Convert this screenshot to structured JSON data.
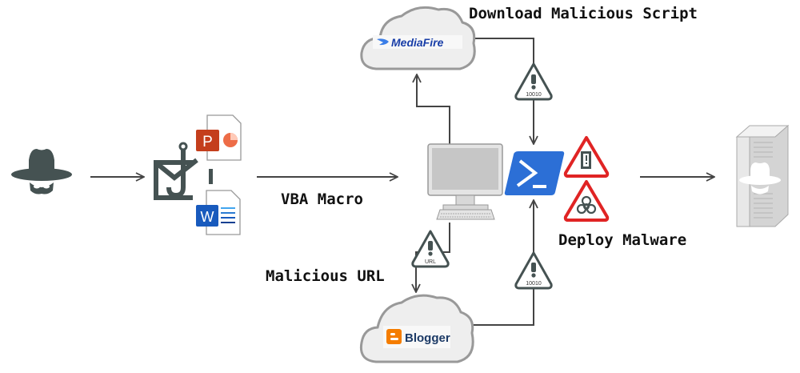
{
  "labels": {
    "download_script": "Download Malicious Script",
    "vba_macro": "VBA Macro",
    "malicious_url": "Malicious URL",
    "deploy_malware": "Deploy Malware"
  },
  "nodes": {
    "mediafire": {
      "text": "MediaFire",
      "icon": "mediafire-logo"
    },
    "blogger": {
      "text": "Blogger",
      "icon": "blogger-logo"
    },
    "powerpoint": {
      "letter": "P"
    },
    "word": {
      "letter": "W"
    },
    "warning_top": {
      "text": "10010"
    },
    "warning_url": {
      "text": "URL"
    },
    "warning_bottom": {
      "text": "10010"
    }
  },
  "colors": {
    "dark_icon": "#455252",
    "line": "#444444",
    "powershell": "#2c6fd6",
    "danger_red": "#e02424",
    "mediafire_blue": "#1a3fa8",
    "blogger_orange": "#f57d00",
    "ppt_red": "#c43e1c",
    "word_blue": "#185abd"
  }
}
